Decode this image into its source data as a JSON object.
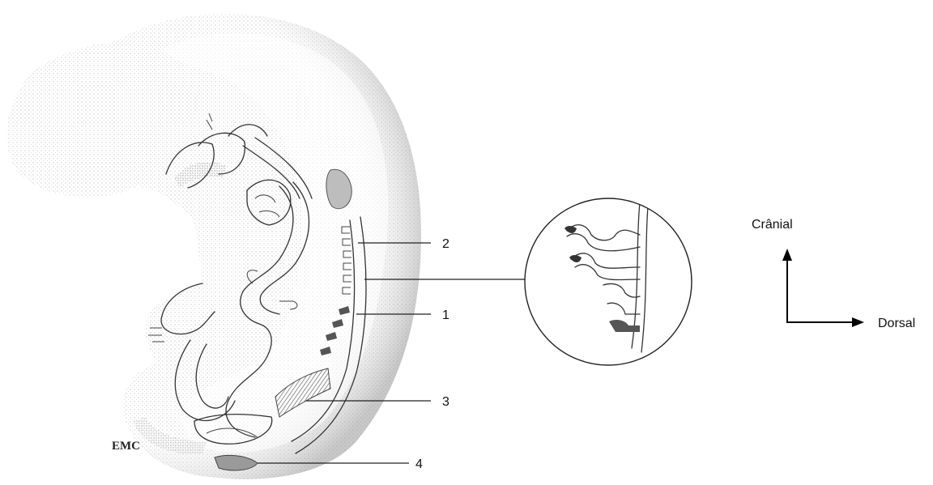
{
  "callouts": [
    {
      "number": "2"
    },
    {
      "number": "1"
    },
    {
      "number": "3"
    },
    {
      "number": "4"
    }
  ],
  "orientation": {
    "vertical_label": "Crânial",
    "horizontal_label": "Dorsal"
  },
  "logo": "EMC",
  "colors": {
    "outline": "#333333",
    "stipple": "#8a8a8a",
    "hatch": "#555555"
  }
}
